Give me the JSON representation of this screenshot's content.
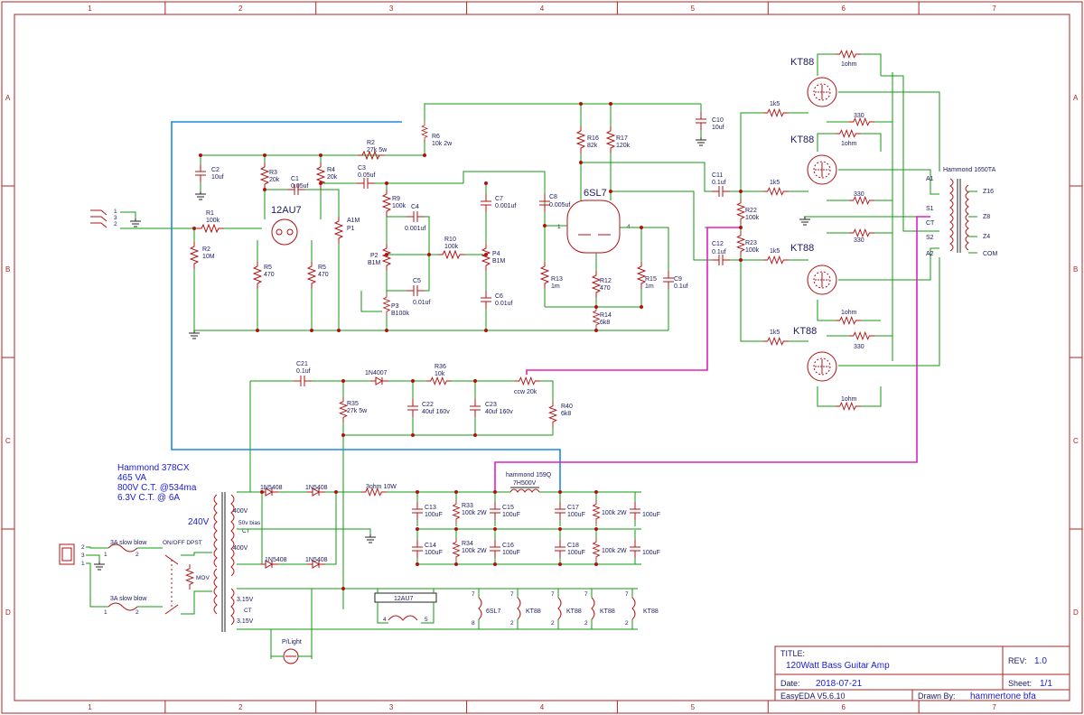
{
  "sheet": {
    "columns": [
      "1",
      "2",
      "3",
      "4",
      "5",
      "6",
      "7"
    ],
    "rows": [
      "A",
      "B",
      "C",
      "D"
    ]
  },
  "tubes": {
    "preamp": "12AU7",
    "driver": "6SL7",
    "output": [
      "KT88",
      "KT88",
      "KT88",
      "KT88"
    ]
  },
  "output_transformer": {
    "name": "Hammond 1650TA",
    "primary_pins": [
      "A1",
      "S1",
      "CT",
      "S2",
      "A2"
    ],
    "secondary_pins": [
      "Z16",
      "Z8",
      "Z4",
      "COM"
    ]
  },
  "preamp_parts": [
    {
      "ref": "R1",
      "val": "100k"
    },
    {
      "ref": "R2",
      "val": "10M"
    },
    {
      "ref": "C2",
      "val": "10uf"
    },
    {
      "ref": "R3",
      "val": "20k"
    },
    {
      "ref": "R4",
      "val": "20k"
    },
    {
      "ref": "C1",
      "val": "0.05uf"
    },
    {
      "ref": "C3",
      "val": "0.05uf"
    },
    {
      "ref": "R2",
      "val": "27k 5w"
    },
    {
      "ref": "R6",
      "val": "10k 2w"
    },
    {
      "ref": "R5",
      "val": "470"
    },
    {
      "ref": "R5",
      "val": "470"
    },
    {
      "ref": "P1",
      "val": "A1M"
    },
    {
      "ref": "R9",
      "val": "100k"
    },
    {
      "ref": "C4",
      "val": "0.001uf"
    },
    {
      "ref": "P2",
      "val": "B1M"
    },
    {
      "ref": "R10",
      "val": "100k"
    },
    {
      "ref": "C5",
      "val": "0.01uf"
    },
    {
      "ref": "P3",
      "val": "B100k"
    },
    {
      "ref": "C7",
      "val": "0.001uf"
    },
    {
      "ref": "P4",
      "val": "B1M"
    },
    {
      "ref": "C6",
      "val": "0.01uf"
    }
  ],
  "driver_parts": [
    {
      "ref": "C8",
      "val": "0.005uf"
    },
    {
      "ref": "R16",
      "val": "82k"
    },
    {
      "ref": "R17",
      "val": "120k"
    },
    {
      "ref": "C10",
      "val": "10uf"
    },
    {
      "ref": "C11",
      "val": "0.1uf"
    },
    {
      "ref": "C12",
      "val": "0.1uf"
    },
    {
      "ref": "R22",
      "val": "100k"
    },
    {
      "ref": "R23",
      "val": "100k"
    },
    {
      "ref": "R13",
      "val": "1m"
    },
    {
      "ref": "R12",
      "val": "470"
    },
    {
      "ref": "R15",
      "val": "1m"
    },
    {
      "ref": "C9",
      "val": "0.1uf"
    },
    {
      "ref": "R14",
      "val": "6k8"
    }
  ],
  "output_parts": {
    "grid": "1k5",
    "screen": "330",
    "cathode": "1ohm"
  },
  "bias_parts": [
    {
      "ref": "C21",
      "val": "0.1uf"
    },
    {
      "ref": "1N4007",
      "val": ""
    },
    {
      "ref": "R36",
      "val": "10k"
    },
    {
      "ref": "R35",
      "val": "27k 5w"
    },
    {
      "ref": "C22",
      "val": "40uf 160v"
    },
    {
      "ref": "C23",
      "val": "40uf 160v"
    },
    {
      "ref": "R40",
      "val": "6k8"
    },
    {
      "ref": "pot",
      "val": "ccw 20k"
    }
  ],
  "power_transformer": {
    "name": "Hammond 378CX",
    "va": "465 VA",
    "hv": "800V C.T. @534ma",
    "heater": "6.3V C.T. @ 6A",
    "mains": "240V",
    "taps": [
      "400V",
      "50v bias",
      "CT",
      "400V"
    ],
    "heater_taps": [
      "3.15V",
      "CT",
      "3.15V"
    ]
  },
  "supply_parts": {
    "diodes": [
      "1N5408",
      "1N5408",
      "1N5408",
      "1N5408"
    ],
    "series_resistor": "3ohm 10W",
    "choke": "hammond 159Q",
    "choke_rating": "7H500V",
    "caps": [
      {
        "ref": "C13",
        "val": "100uF"
      },
      {
        "ref": "C14",
        "val": "100uF"
      },
      {
        "ref": "C15",
        "val": "100uF"
      },
      {
        "ref": "C16",
        "val": "100uF"
      },
      {
        "ref": "C17",
        "val": "100uF"
      },
      {
        "ref": "C18",
        "val": "100uF"
      },
      {
        "ref": "",
        "val": "100uF"
      },
      {
        "ref": "",
        "val": "100uF"
      }
    ],
    "bleeders": [
      {
        "ref": "R33",
        "val": "100k 2W"
      },
      {
        "ref": "R34",
        "val": "100k 2W"
      },
      {
        "ref": "",
        "val": "100k 2W"
      },
      {
        "ref": "",
        "val": "100k 2W"
      }
    ]
  },
  "mains_parts": {
    "fuse1": "3A slow blow",
    "fuse2": "3A slow blow",
    "switch": "ON/OFF DPST",
    "mov": "MOV",
    "pilot": "P/Light"
  },
  "heater_loads": [
    "12AU7",
    "6SL7",
    "KT88",
    "KT88",
    "KT88",
    "KT88"
  ],
  "title_block": {
    "title_label": "TITLE:",
    "title": "120Watt Bass Guitar Amp",
    "rev_label": "REV:",
    "rev": "1.0",
    "date_label": "Date:",
    "date": "2018-07-21",
    "sheet_label": "Sheet:",
    "sheet": "1/1",
    "tool": "EasyEDA V5.6.10",
    "drawn_label": "Drawn By:",
    "drawn_by": "hammertone bfa"
  },
  "colors": {
    "wire": "#129a12",
    "part": "#b01010",
    "bias_line": "#1e88e5",
    "pink_line": "#e020c0",
    "text": "#1a1a60",
    "title_value": "#1b1bd6"
  }
}
